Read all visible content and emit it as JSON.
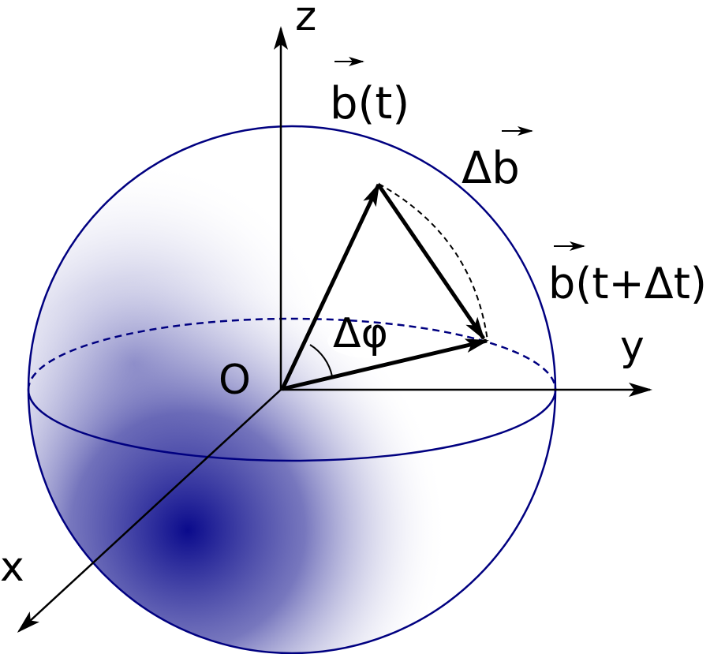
{
  "labels": {
    "z_axis": "z",
    "y_axis": "y",
    "x_axis": "x",
    "origin": "O",
    "b_t": "b(t)",
    "delta_b": "Δb",
    "b_t_dt": "b(t+Δt)",
    "delta_phi": "Δφ"
  },
  "colors": {
    "sphere_outline": "#000080",
    "sphere_shade": "#0a0a8c",
    "vectors": "#000000"
  }
}
